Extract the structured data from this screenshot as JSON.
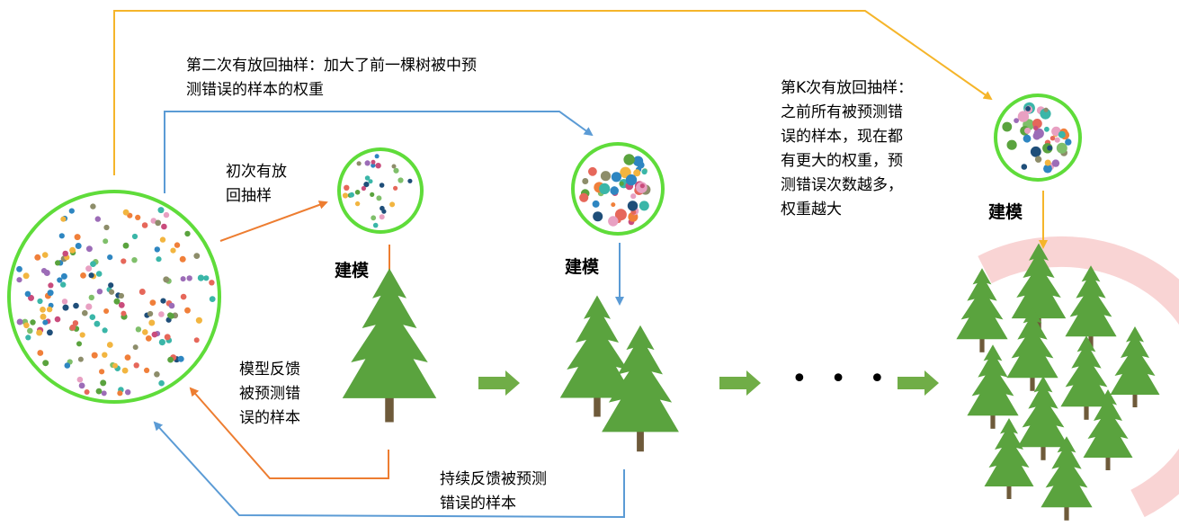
{
  "labels": {
    "initial_sampling": "初次有放\n回抽样",
    "second_sampling": "第二次有放回抽样：加大了前一棵树被中预\n测错误的样本的权重",
    "kth_sampling": "第K次有放回抽样：\n之前所有被预测错\n误的样本，现在都\n有更大的权重，预\n测错误次数越多，\n权重越大",
    "modeling": "建模",
    "model_feedback": "模型反馈\n被预测错\n误的样本",
    "continuous_feedback": "持续反馈被预测\n错误的样本",
    "ellipsis": "• • •"
  },
  "colors": {
    "circle_border": "#5fdc3a",
    "tree": "#5aa33e",
    "trunk": "#6e5a3a",
    "arrow_orange": "#ed7d31",
    "arrow_blue": "#5b9bd5",
    "arrow_yellow": "#f5b52a",
    "arrow_green": "#70ad47",
    "watermark": "#f4b0b0"
  },
  "icons": [
    "population-circle",
    "sample-circle",
    "tree-icon",
    "forest-icon",
    "block-arrow-icon"
  ]
}
